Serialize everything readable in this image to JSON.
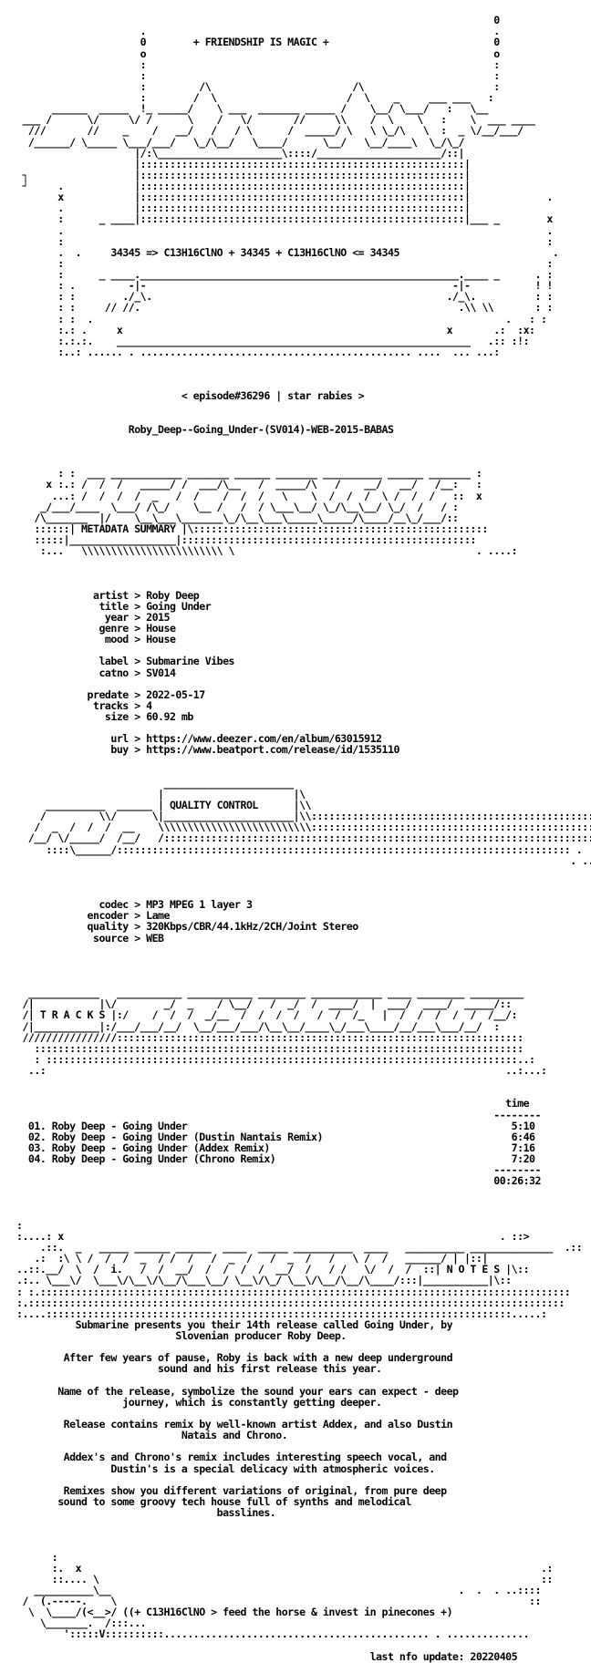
{
  "document": {
    "title": "Roby_Deep--Going_Under-(SV014)-WEB-2015-BABAS",
    "lines": [
      "",
      "                                                                                 0",
      "                     .                                                           .",
      "                     0        + FRIENDSHIP IS MAGIC +                            0",
      "                     o                                                           o",
      "                     :                                                           :",
      "                     :                                                           :",
      "                     :         /\\                        /\\                      :",
      "                     :        /  \\                      /  \\    _     ___ ___   :",
      "      ______  _____  !_ _____/    \\ ___  _______ _____ /    \\__/ \\___/   :   \\__",
      " ___ /      \\/     \\/ /      \\    /   \\/       //     \\\\    /  \\    \\   :    \\  ___ ____",
      "  ///       //    _    /   __/   /   / \\      /  _____/ \\   \\ \\_/\\   \\  :  _ \\/__/___/",
      "  /______/ \\_____ \\___/___/   \\_/\\__/   \\____/      \\__/   \\__/____\\  \\_/\\_/",
      "                    |/:\\_____________________\\::::/_____________________/::|",
      "                    |:::::::::::::::::::::::::::::::::::::::::::::::::::::::|",
      " ┐                  |:::::::::::::::::::::::::::::::::::::::::::::::::::::::|",
      " ┘     .            |:::::::::::::::::::::::::::::::::::::::::::::::::::::::|",
      "       x            |:::::::::::::::::::::::::::::::::::::::::::::::::::::::|             .",
      "       .            |:::::::::::::::::::::::::::::::::::::::::::::::::::::::|",
      "       :      _ ____|:::::::::::::::::::::::::::::::::::::::::::::::::::::::|___ _        x",
      "       .                                                                                  .",
      "       :                                                                                  :",
      "       .  .     34345 => C13H16ClNO + 34345 + C13H16ClNO <= 34345                          .",
      "       :                                                                                  :",
      "       :      _ ____.______________________________________________________.____ _      . :",
      "       : .         -|-                                                    -|-           ! !",
      "       : :        ./_\\.                                                  ./_\\.          : :",
      "       : :     // //.                                                      .\\\\ \\\\       : :",
      "       : :  .                                                                      .   : :",
      "       :.: .     x                                                       x       .:  :x:",
      "       :.:.:.    ____________________________________________________________   .:: :!:",
      "       :..: ...... . .............................................. ....  ... ...:",
      "",
      "",
      "",
      "                            < episode#36296 | star rabies >",
      "",
      "",
      "                   Roby_Deep--Going_Under-(SV014)-WEB-2015-BABAS",
      "",
      "",
      "",
      "       : :  ___ ____________ _______ ______ _______ __________ ______ _______ :",
      "     x :.: /  /  /   _____/ /  ___/\\__   /  _____/\\   /    __/   __/   /__:   :",
      "      ...: /  /  /  /  _   /  /    /  /  /   \\    \\  /  /  /  \\ /  /  /   ::  x",
      "    _/___/____  \\___/ /\\_/    \\__ /   /  / \\___\\__/ \\_/\\__\\__/ \\_/  /   / :",
      "   /\\_______  |/    \\__\\___\\_______\\_/\\__\\___\\_____\\_____/\\____/__\\_/___/::",
      "   ::::::| METADATA SUMMARY |\\::::::::::::::::::::::::::::::::::::::::::::::::::",
      "   :::::|__________________|::::::::::::::::::::::::::::::::::::::::::::::::::",
      "    :...   \\\\\\\\\\\\\\\\\\\\\\\\\\\\\\\\\\\\\\\\\\\\\\\\ \\                                         . ....:",
      "",
      "",
      "",
      "             artist > Roby Deep",
      "              title > Going Under",
      "               year > 2015",
      "              genre > House",
      "               mood > House",
      "",
      "              label > Submarine Vibes",
      "              catno > SV014",
      "",
      "            predate > 2022-05-17",
      "             tracks > 4",
      "               size > 60.92 mb",
      "",
      "                url > https://www.deezer.com/en/album/63015912",
      "                buy > https://www.beatport.com/release/id/1535110",
      "",
      "",
      "                         ______________________",
      "                        |                      |\\",
      "     __________  ______ | QUALITY CONTROL      |\\\\",
      "    /         \\\\/      \\|______________________|\\\\::::::::::::::::::::::::::::::::::::::::::::::::::",
      "   /  _  /  /  /  __    \\\\\\\\\\\\\\\\\\\\\\\\\\\\\\\\\\\\\\\\\\\\\\\\\\\\:::::::::::::::::::::::::::::::::::::::::::::::::: .",
      "  /__/ \\/_____/  /__/   /::::::::::::::::::::::::::::::::::::::::::::::::::::::::::::::::::::::::::::",
      "     ::::\\______/::::::::::::::::::::::::::::::::::::::::::::::::::::::::::::::::::::::::::::: .",
      "                                                                                              . ..:",
      "",
      "",
      "",
      "              codec > MP3 MPEG 1 layer 3",
      "            encoder > Lame",
      "            quality > 320Kbps/CBR/44.1kHz/2CH/Joint Stereo",
      "             source > WEB",
      "",
      "",
      "",
      "",
      "  ____________   ___________ ___________ ________ ____________ ____ ________ _________",
      " /|           |\\/        _/  _    / \\__/   /  _/  /  ____/  |  ___/  ____/  _____/::",
      " /| T R A C K S |:/    /  /  /  _/__  /  /  /  /   /  /  /_   |  /  /  /  /  /  /__/:",
      " /|___________|:/___/___/__/  \\__/___/___/\\__\\__/____\\_/___\\____/__/___\\___/__/  :",
      " ////////////////:::::::::::::::::::::::::::::::::::::::::::::::::::::::::::::::::::::",
      "   :::::::::::::::::::::::::::::::::::::::::::::::::::::::::::::::::::::::::::::::::::",
      "   : ::::::::::::::::::::::::::::::::::::::::::::::::::::::::::::::::::::::::::::::::..:",
      "  ..:                                                                              ..:...:",
      "",
      "",
      "                                                                                   time",
      "                                                                                 --------",
      "  01. Roby Deep - Going Under                                                       5:10",
      "  02. Roby Deep - Going Under (Dustin Nantais Remix)                                6:46",
      "  03. Roby Deep - Going Under (Addex Remix)                                         7:16",
      "  04. Roby Deep - Going Under (Chrono Remix)                                        7:20",
      "                                                                                 --------",
      "                                                                                 00:26:32",
      "",
      "",
      "",
      ":",
      ":....: x                                                                          . ::>",
      "    .::.  _   _____ ______ ______  ____  _____ __________  ____   __________ ______________  .::",
      "   .:  :\\ \\ /  /  /  _  / /  /   /  _  /   /  _  /   /   \\ /  /   ______/ | |::|",
      "..::.__/  \\  /  i.   /  /  __/  /  /  /  /  __/  /   / /   \\/  /  /  ::| N O T E S |\\::",
      ".:.. \\___\\/  \\___\\/\\__\\/\\__/\\___\\__/ \\__\\/\\_/ \\__\\/\\__/\\__/\\____/:::|___________|\\::",
      ": :.::::::::::::::::::::::::::::::::::::::::::::::::::::::::::::::::::::::::::::::::::::::::::",
      ":.:::::::::::::::::::::::::::::::::::::::::::::::::::::::::::::::::::::::::::::::::::::::::::",
      ":....:::::::::::::::::::::::::::::::::::::::::::::::::::::::::::::::::::::::::::::::.....:",
      "          Submarine presents you their 14th release called Going Under, by",
      "                           Slovenian producer Roby Deep.",
      "",
      "        After few years of pause, Roby is back with a new deep underground",
      "                        sound and his first release this year.",
      "",
      "       Name of the release, symbolize the sound your ears can expect - deep",
      "                  journey, which is constantly getting deeper.",
      "",
      "        Release contains remix by well-known artist Addex, and also Dustin",
      "                            Natais and Chrono.",
      "",
      "        Addex's and Chrono's remix includes interesting speech vocal, and",
      "                Dustin's is a special delicacy with atmospheric voices.",
      "",
      "        Remixes show you different variations of original, from pure deep",
      "       sound to some groovy tech house full of synths and melodical",
      "                                  basslines.",
      "",
      "",
      "",
      "      :",
      "      :.  x                                                                              .:",
      "      ::.... \\                                                                           ::",
      "   __________\\__                                                           .  .  . ..::::",
      " /  (.-----.    \\                                                                      ::",
      "  \\  \\____/(<__>/ ((+ C13H16ClNO > feed the horse & invest in pinecones +)",
      "    \\_______.  /:::...",
      "        ':::::V::::::::::............................................. . ..............",
      "",
      "                                                            last nfo update: 20220405"
    ]
  }
}
